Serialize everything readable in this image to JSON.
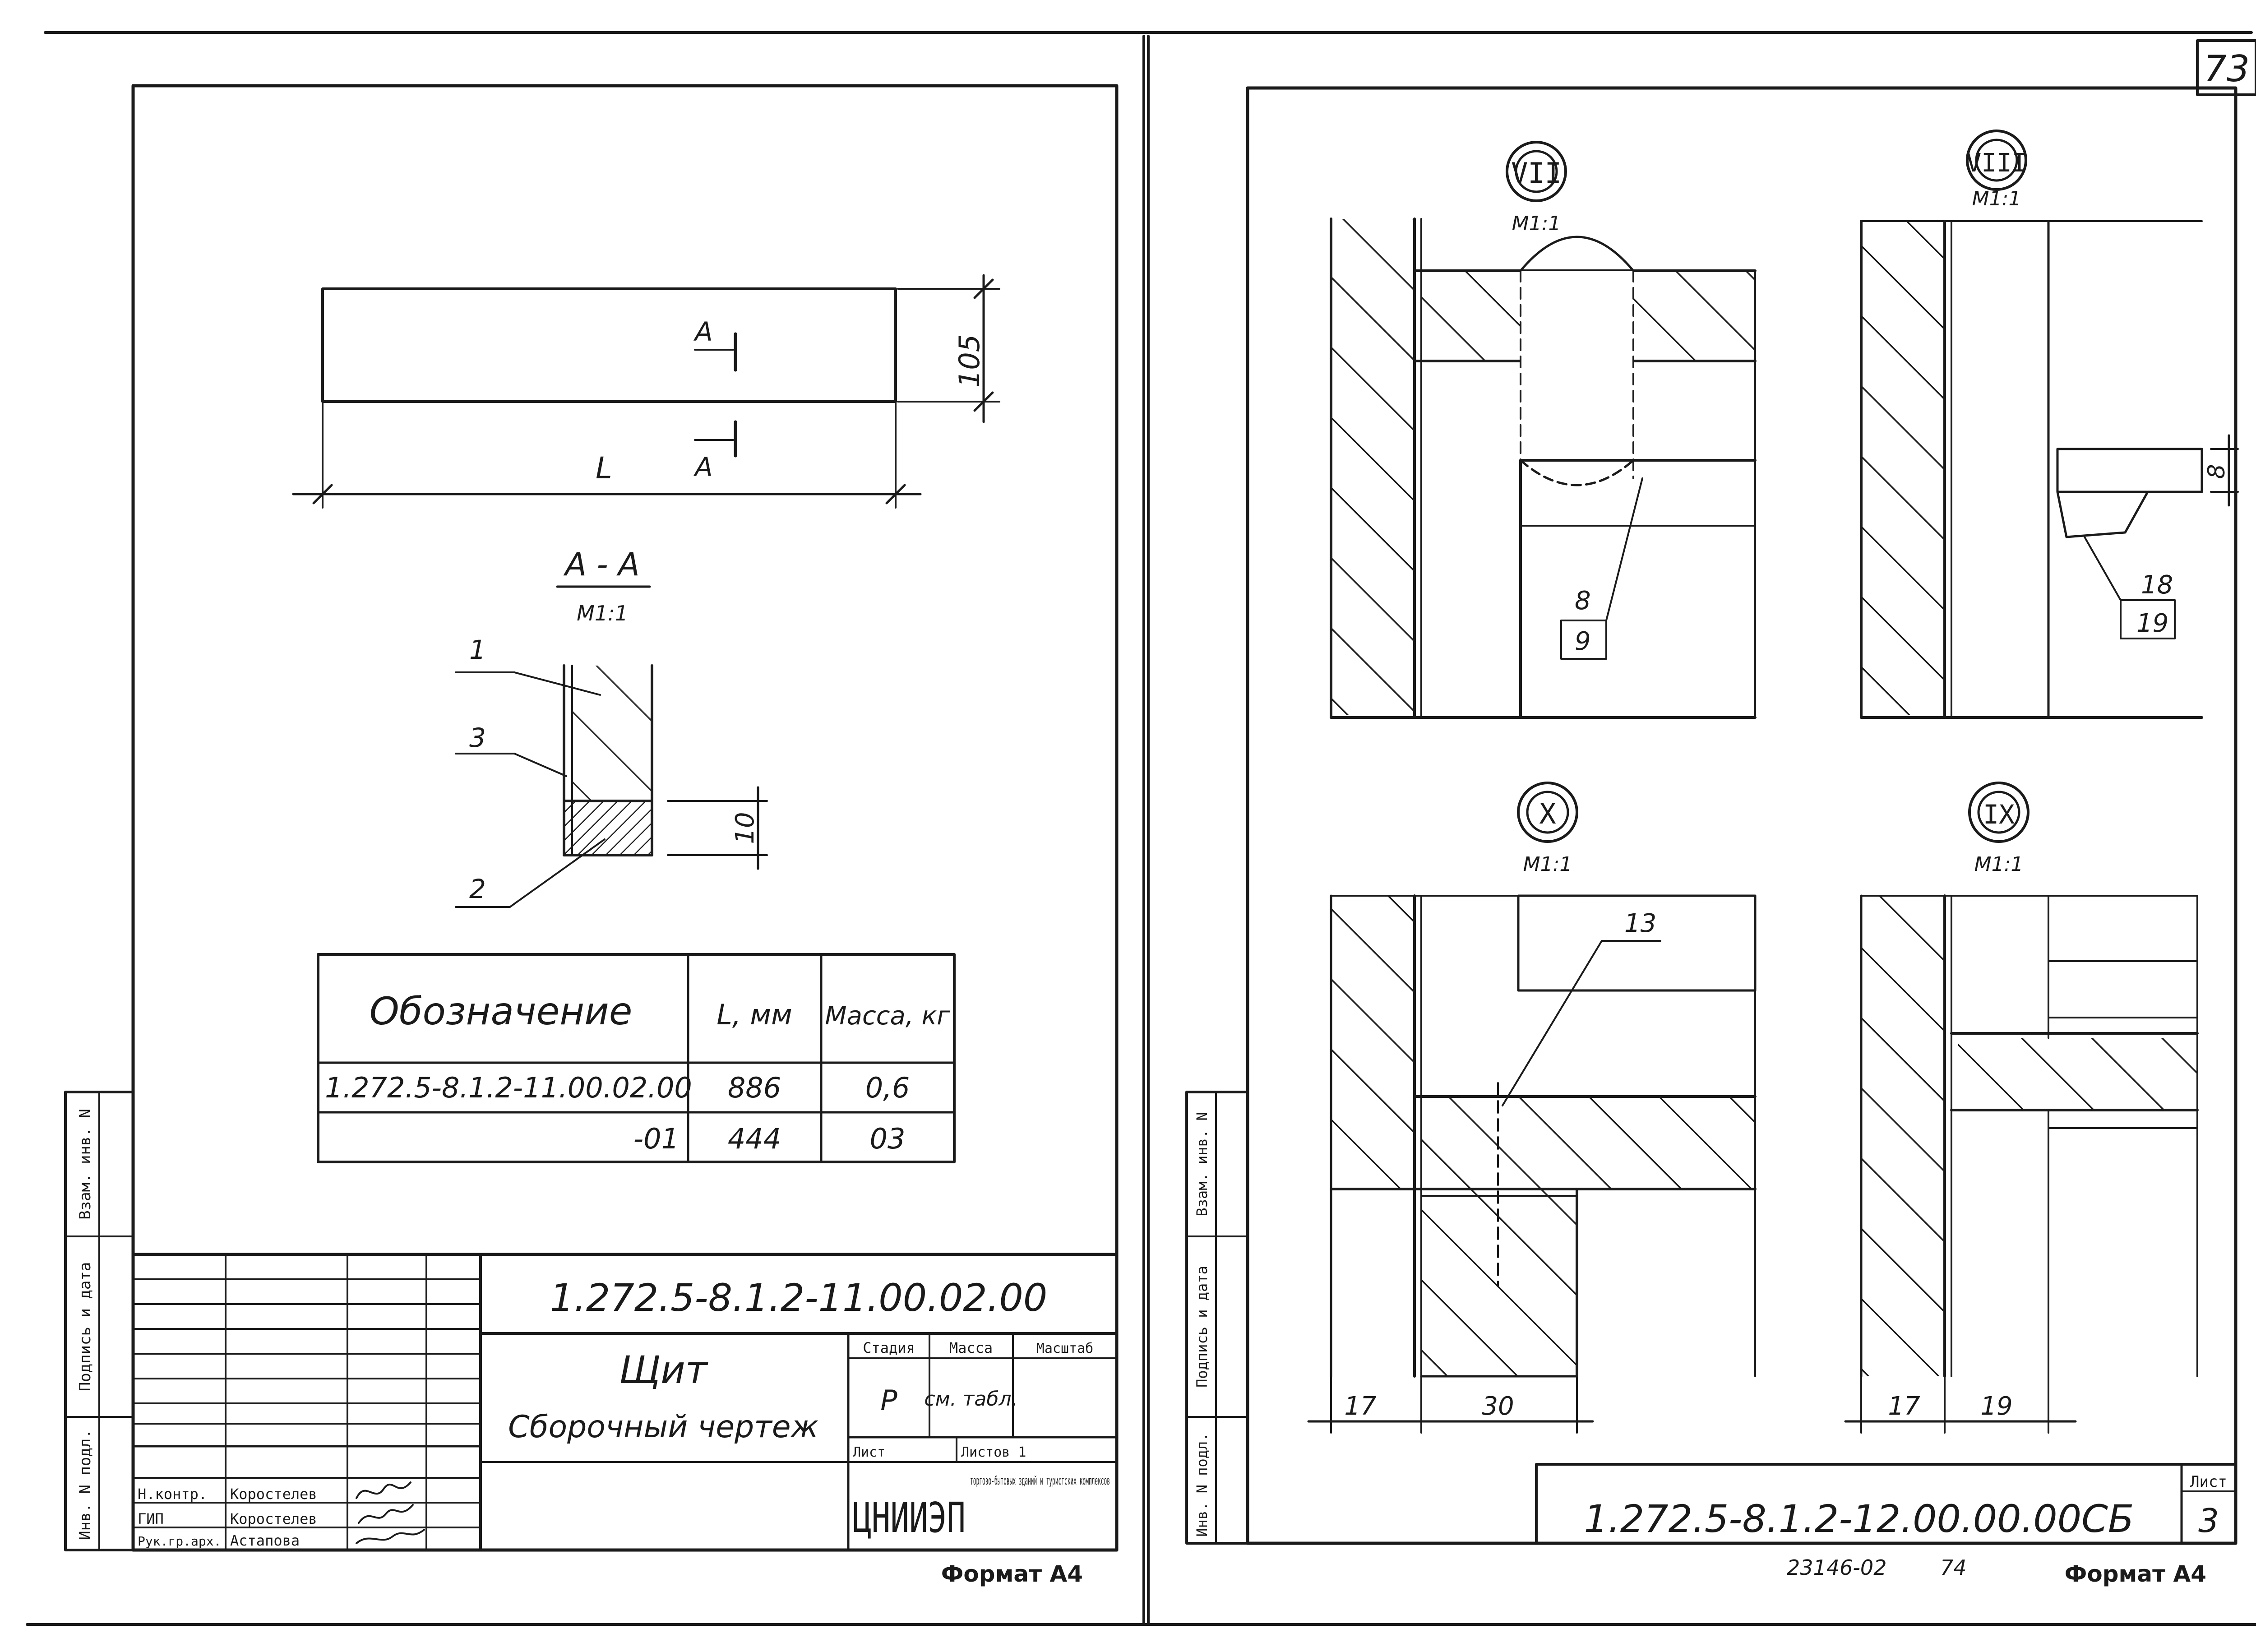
{
  "page_number": "73",
  "left_sheet": {
    "panel_dim_height": "105",
    "panel_dim_length": "L",
    "section_mark_top": "A",
    "section_mark_bottom": "A",
    "section_title": "A - A",
    "section_scale": "M1:1",
    "callout_1": "1",
    "callout_2": "2",
    "callout_3": "3",
    "strip_dim": "10",
    "spec_table": {
      "headers": [
        "Обозначение",
        "L, мм",
        "Масса, кг"
      ],
      "rows": [
        [
          "1.272.5-8.1.2-11.00.02.00",
          "886",
          "0,6"
        ],
        [
          "-01",
          "444",
          "03"
        ]
      ]
    },
    "stamp": {
      "doc_code": "1.272.5-8.1.2-11.00.02.00",
      "title_line1": "Щит",
      "title_line2": "Сборочный чертеж",
      "stage_label": "Стадия",
      "stage_value": "Р",
      "mass_label": "Масса",
      "mass_value": "см. табл.",
      "scale_label": "Масштаб",
      "sheet_label": "Лист",
      "sheets_label": "Листов 1",
      "org_logo": "ЦНИИЭП",
      "org_name": "торгово-бытовых зданий и туристских комплексов",
      "roles": [
        {
          "role": "Н.контр.",
          "name": "Коростелев"
        },
        {
          "role": "ГИП",
          "name": "Коростелев"
        },
        {
          "role": "Рук.гр.арх.",
          "name": "Астапова"
        }
      ]
    },
    "side_labels": [
      "Инв. N подл.",
      "Подпись и дата",
      "Взам. инв. N"
    ],
    "format": "Формат А4"
  },
  "right_sheet": {
    "details": [
      {
        "mark": "VII",
        "scale": "M1:1",
        "callouts": [
          "8",
          "9"
        ]
      },
      {
        "mark": "VIII",
        "scale": "M1:1",
        "callouts": [
          "18",
          "19"
        ],
        "dim": "8"
      },
      {
        "mark": "X",
        "scale": "M1:1",
        "callouts": [
          "13"
        ],
        "dims": [
          "17",
          "30"
        ]
      },
      {
        "mark": "IX",
        "scale": "M1:1",
        "dims": [
          "17",
          "19"
        ]
      }
    ],
    "doc_code": "1.272.5-8.1.2-12.00.00.00СБ",
    "sheet_label": "Лист",
    "sheet_number": "3",
    "archive_number": "23146-02",
    "archive_page": "74",
    "side_labels": [
      "Инв. N подл.",
      "Подпись и дата",
      "Взам. инв. N"
    ],
    "format": "Формат А4"
  }
}
